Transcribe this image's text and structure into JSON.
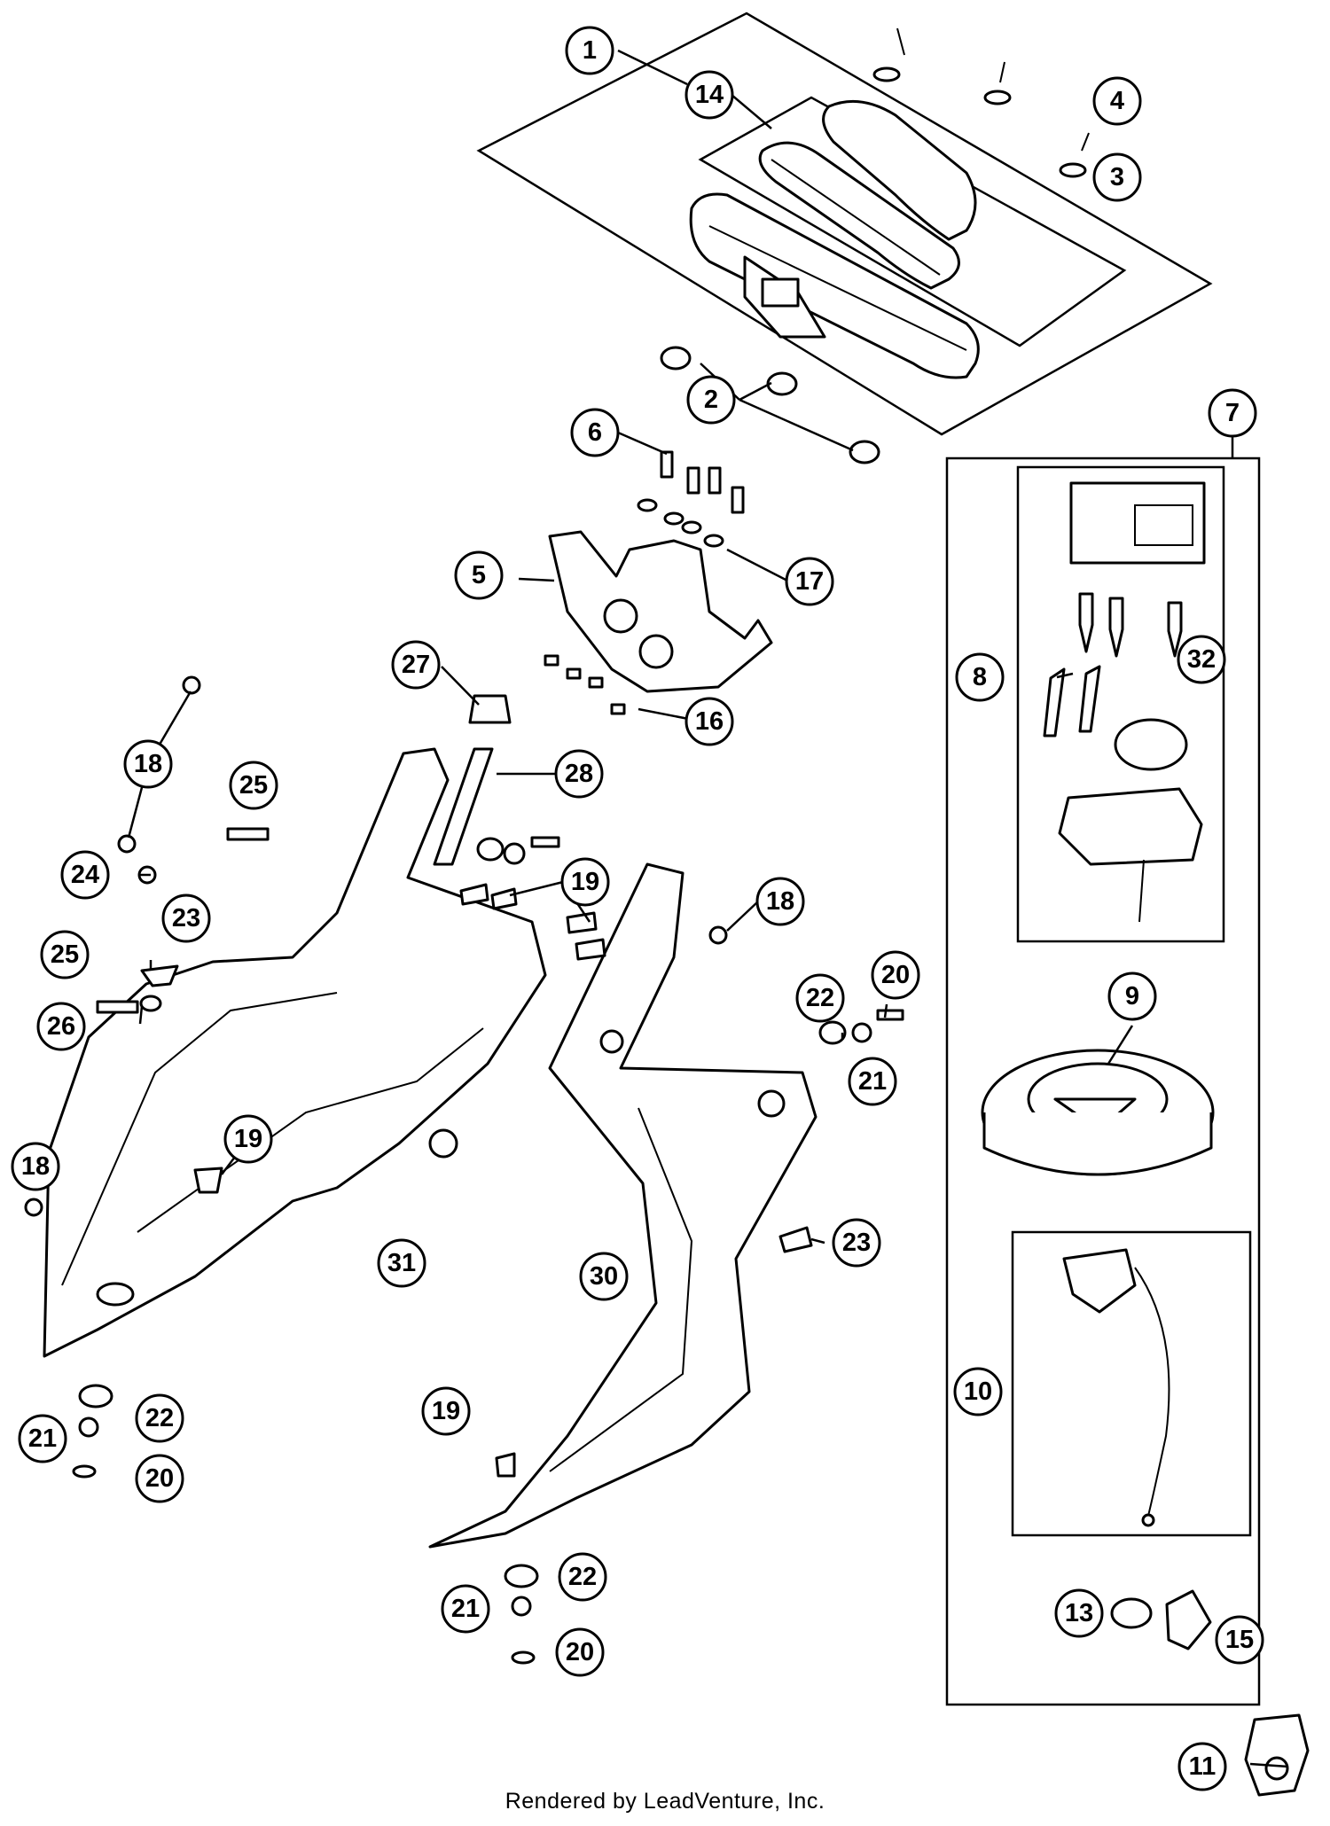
{
  "diagram": {
    "callouts": [
      {
        "id": "c1",
        "label": "1"
      },
      {
        "id": "c14",
        "label": "14"
      },
      {
        "id": "c4",
        "label": "4"
      },
      {
        "id": "c3",
        "label": "3"
      },
      {
        "id": "c2",
        "label": "2"
      },
      {
        "id": "c7",
        "label": "7"
      },
      {
        "id": "c6",
        "label": "6"
      },
      {
        "id": "c5",
        "label": "5"
      },
      {
        "id": "c17",
        "label": "17"
      },
      {
        "id": "c8",
        "label": "8"
      },
      {
        "id": "c32",
        "label": "32"
      },
      {
        "id": "c27",
        "label": "27"
      },
      {
        "id": "c16",
        "label": "16"
      },
      {
        "id": "c18a",
        "label": "18"
      },
      {
        "id": "c25a",
        "label": "25"
      },
      {
        "id": "c28",
        "label": "28"
      },
      {
        "id": "c24",
        "label": "24"
      },
      {
        "id": "c19a",
        "label": "19"
      },
      {
        "id": "c18b",
        "label": "18"
      },
      {
        "id": "c23a",
        "label": "23"
      },
      {
        "id": "c25b",
        "label": "25"
      },
      {
        "id": "c20a",
        "label": "20"
      },
      {
        "id": "c22a",
        "label": "22"
      },
      {
        "id": "c9",
        "label": "9"
      },
      {
        "id": "c26",
        "label": "26"
      },
      {
        "id": "c21a",
        "label": "21"
      },
      {
        "id": "c19b",
        "label": "19"
      },
      {
        "id": "c18c",
        "label": "18"
      },
      {
        "id": "c23b",
        "label": "23"
      },
      {
        "id": "c31",
        "label": "31"
      },
      {
        "id": "c30",
        "label": "30"
      },
      {
        "id": "c10",
        "label": "10"
      },
      {
        "id": "c21b",
        "label": "21"
      },
      {
        "id": "c22b",
        "label": "22"
      },
      {
        "id": "c20b",
        "label": "20"
      },
      {
        "id": "c19c",
        "label": "19"
      },
      {
        "id": "c21c",
        "label": "21"
      },
      {
        "id": "c22c",
        "label": "22"
      },
      {
        "id": "c20c",
        "label": "20"
      },
      {
        "id": "c13",
        "label": "13"
      },
      {
        "id": "c15",
        "label": "15"
      },
      {
        "id": "c11",
        "label": "11"
      }
    ]
  },
  "footer": {
    "text": "Rendered by LeadVenture, Inc."
  }
}
